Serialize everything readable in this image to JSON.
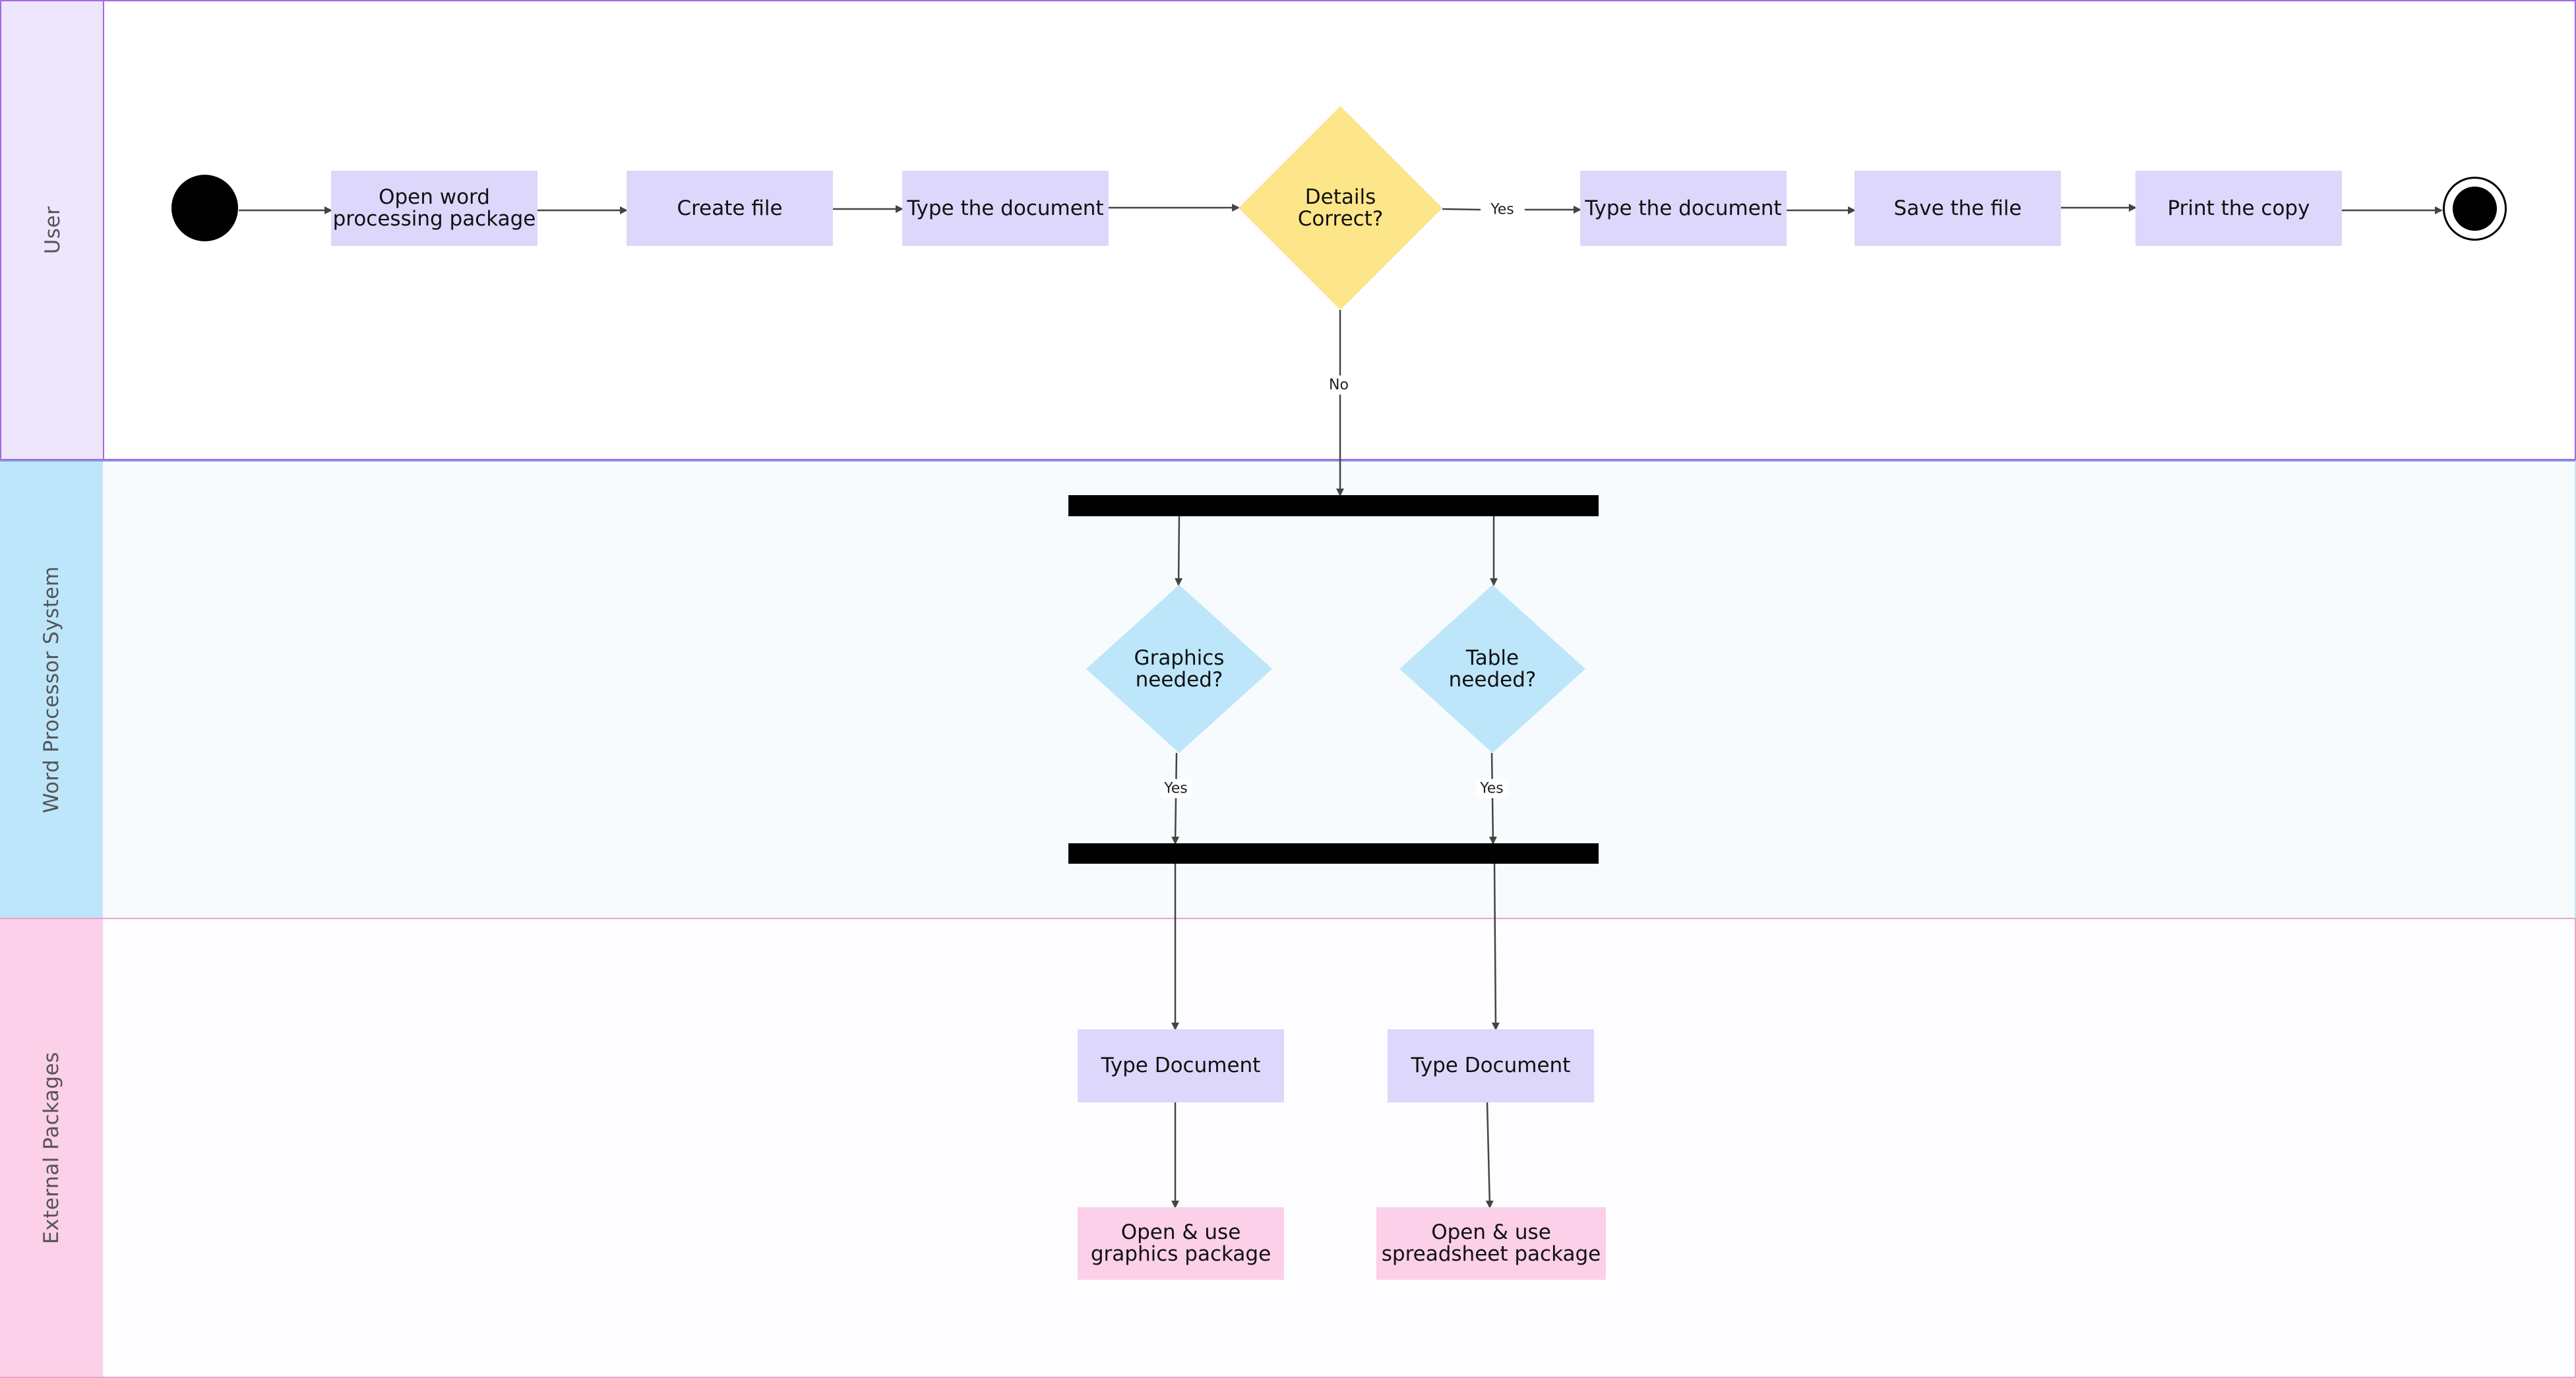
{
  "colors": {
    "lane_user_head": "#ede6fc",
    "lane_user_border": "#a06de0",
    "lane_wp_head": "#bde6fb",
    "lane_wp_body": "#f7fbfd",
    "lane_ext_head": "#fbd0e8",
    "lane_ext_body": "#fdfdff",
    "activity_fill": "#ddd7fb",
    "package_fill": "#fbd0e8",
    "decision_main_fill": "#fde589",
    "decision_sub_fill": "#bde6fb",
    "bar_fill": "#000000",
    "edge": "#444444"
  },
  "lanes": {
    "user": "User",
    "word_processor": "Word Processor System",
    "external": "External Packages"
  },
  "nodes": {
    "open_package": "Open word\nprocessing package",
    "create_file": "Create file",
    "type_doc_1": "Type the document",
    "details_correct": "Details\nCorrect?",
    "type_doc_2": "Type the document",
    "save_file": "Save the file",
    "print_copy": "Print the copy",
    "graphics_needed": "Graphics\nneeded?",
    "table_needed": "Table\nneeded?",
    "type_document_a": "Type Document",
    "type_document_b": "Type Document",
    "open_graphics": "Open & use\ngraphics package",
    "open_spreadsheet": "Open & use\nspreadsheet package"
  },
  "edge_labels": {
    "details_yes": "Yes",
    "details_no": "No",
    "graphics_yes": "Yes",
    "table_yes": "Yes"
  },
  "icons": {
    "start": "start-node-icon",
    "end": "end-node-icon"
  }
}
